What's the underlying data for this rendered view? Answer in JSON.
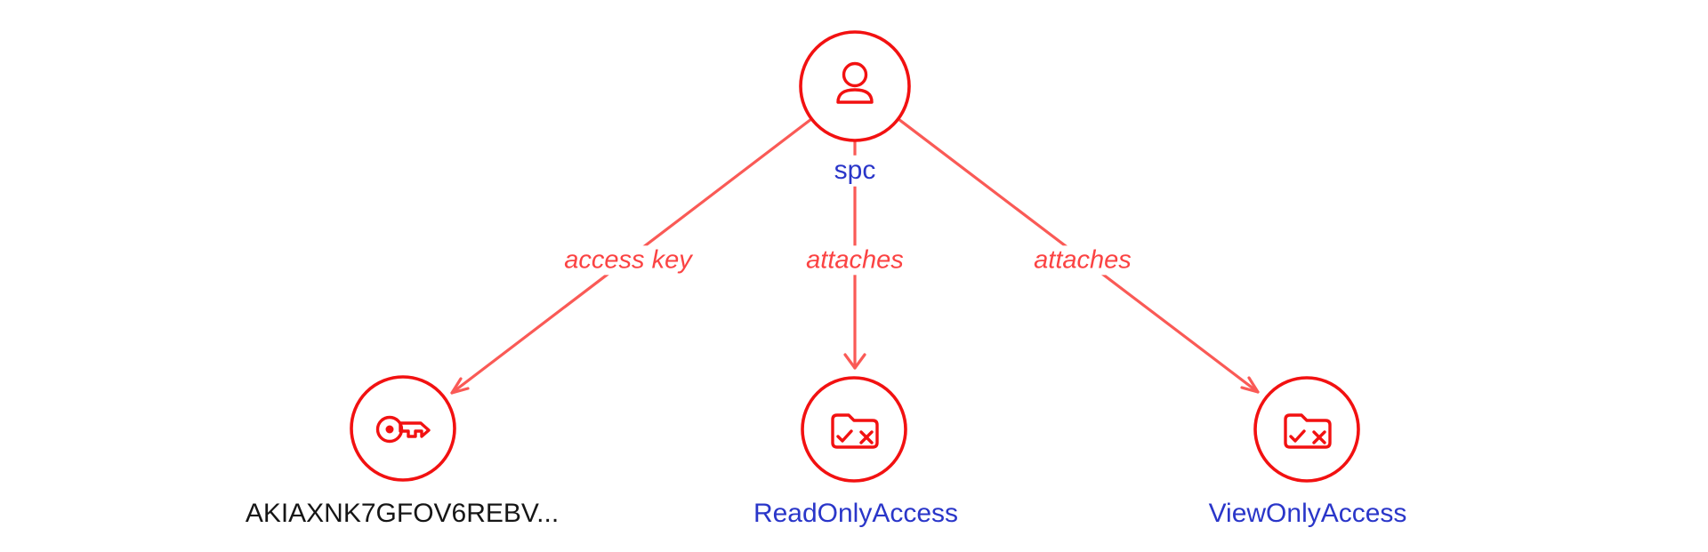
{
  "diagram": {
    "colors": {
      "background": "#ffffff",
      "node_stroke": "#f21111",
      "edge_line": "#fa5a56",
      "edge_label": "#fb4343",
      "entity_label": "#2a36c9",
      "key_label": "#161616"
    },
    "nodes": [
      {
        "id": "user",
        "icon": "user-icon",
        "label": "spc"
      },
      {
        "id": "access-key",
        "icon": "key-icon",
        "label": "AKIAXNK7GFOV6REBV..."
      },
      {
        "id": "readonly-policy",
        "icon": "policy-folder-icon",
        "label": "ReadOnlyAccess"
      },
      {
        "id": "viewonly-policy",
        "icon": "policy-folder-icon",
        "label": "ViewOnlyAccess"
      }
    ],
    "edges": [
      {
        "from": "user",
        "to": "access-key",
        "label": "access key"
      },
      {
        "from": "user",
        "to": "readonly-policy",
        "label": "attaches"
      },
      {
        "from": "user",
        "to": "viewonly-policy",
        "label": "attaches"
      }
    ]
  }
}
